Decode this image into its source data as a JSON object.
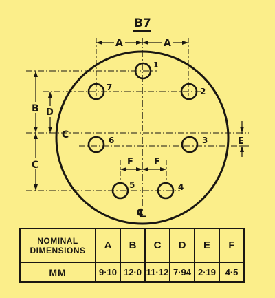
{
  "diagram": {
    "title": "B7",
    "pin_labels": [
      "1",
      "2",
      "3",
      "4",
      "5",
      "6",
      "7"
    ],
    "dimension_labels": {
      "a_left": "A",
      "a_right": "A",
      "b": "B",
      "d": "D",
      "c": "C",
      "e": "E",
      "f_left": "F",
      "f_right": "F",
      "center_c": "C",
      "centerline": "℄"
    }
  },
  "table": {
    "header_label_line1": "NOMINAL",
    "header_label_line2": "DIMENSIONS",
    "columns": [
      "A",
      "B",
      "C",
      "D",
      "E",
      "F"
    ],
    "row_label": "MM",
    "values": [
      "9·10",
      "12·0",
      "11·12",
      "7·94",
      "2·19",
      "4·5"
    ]
  },
  "colors": {
    "background": "#fbee8a",
    "ink": "#1a1712"
  }
}
